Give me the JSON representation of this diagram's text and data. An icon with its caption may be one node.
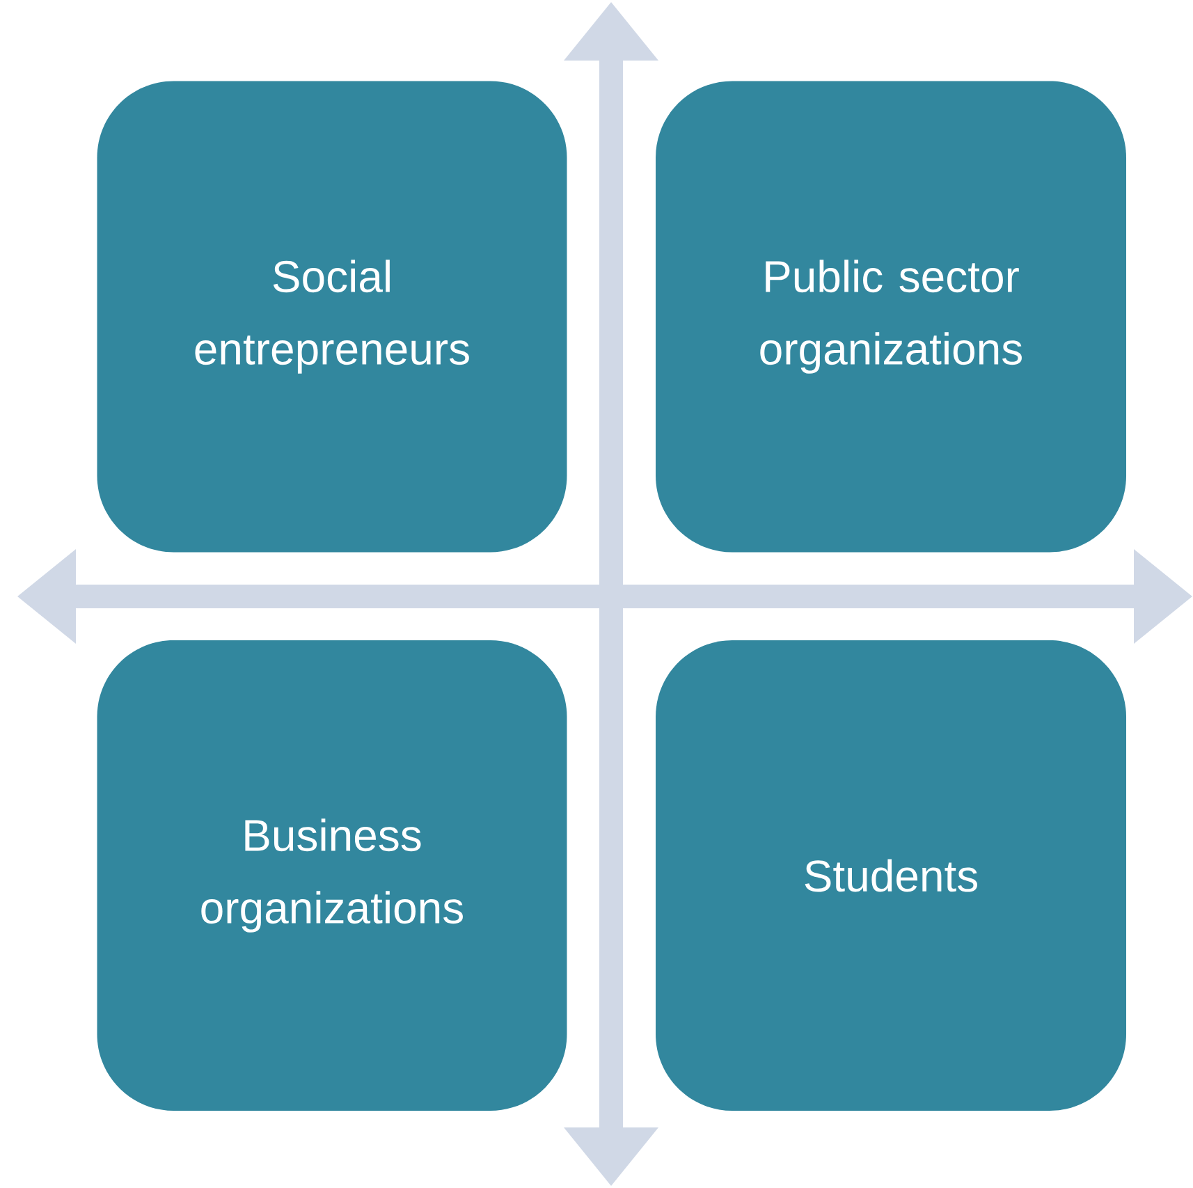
{
  "diagram": {
    "nodes": [
      {
        "text": [
          "Social entrepreneurs"
        ]
      },
      {
        "text": [
          "Public sector organizations"
        ]
      },
      {
        "text": [
          "Business organizations"
        ]
      },
      {
        "text": [
          "Students"
        ]
      }
    ]
  }
}
